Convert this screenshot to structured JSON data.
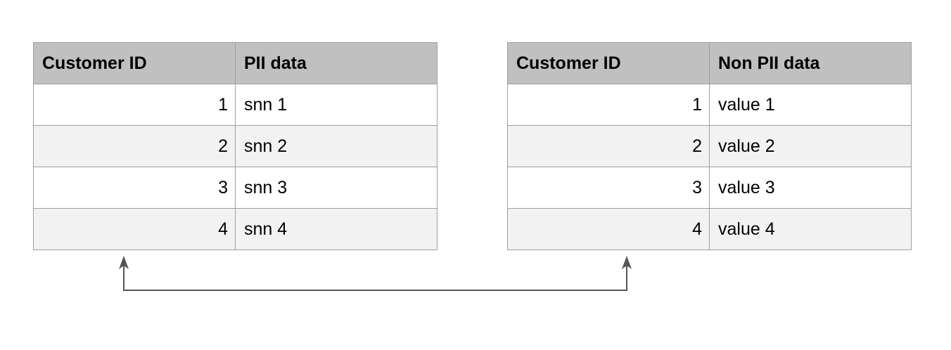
{
  "tables": [
    {
      "headers": [
        "Customer ID",
        "PII data"
      ],
      "rows": [
        {
          "id": "1",
          "value": "snn 1"
        },
        {
          "id": "2",
          "value": "snn 2"
        },
        {
          "id": "3",
          "value": "snn 3"
        },
        {
          "id": "4",
          "value": "snn 4"
        }
      ]
    },
    {
      "headers": [
        "Customer ID",
        "Non PII data"
      ],
      "rows": [
        {
          "id": "1",
          "value": "value 1"
        },
        {
          "id": "2",
          "value": "value 2"
        },
        {
          "id": "3",
          "value": "value 3"
        },
        {
          "id": "4",
          "value": "value 4"
        }
      ]
    }
  ],
  "colors": {
    "header_bg": "#c0c0c0",
    "row_alt_bg": "#f2f2f2",
    "border": "#9e9e9e",
    "connector": "#555555"
  }
}
